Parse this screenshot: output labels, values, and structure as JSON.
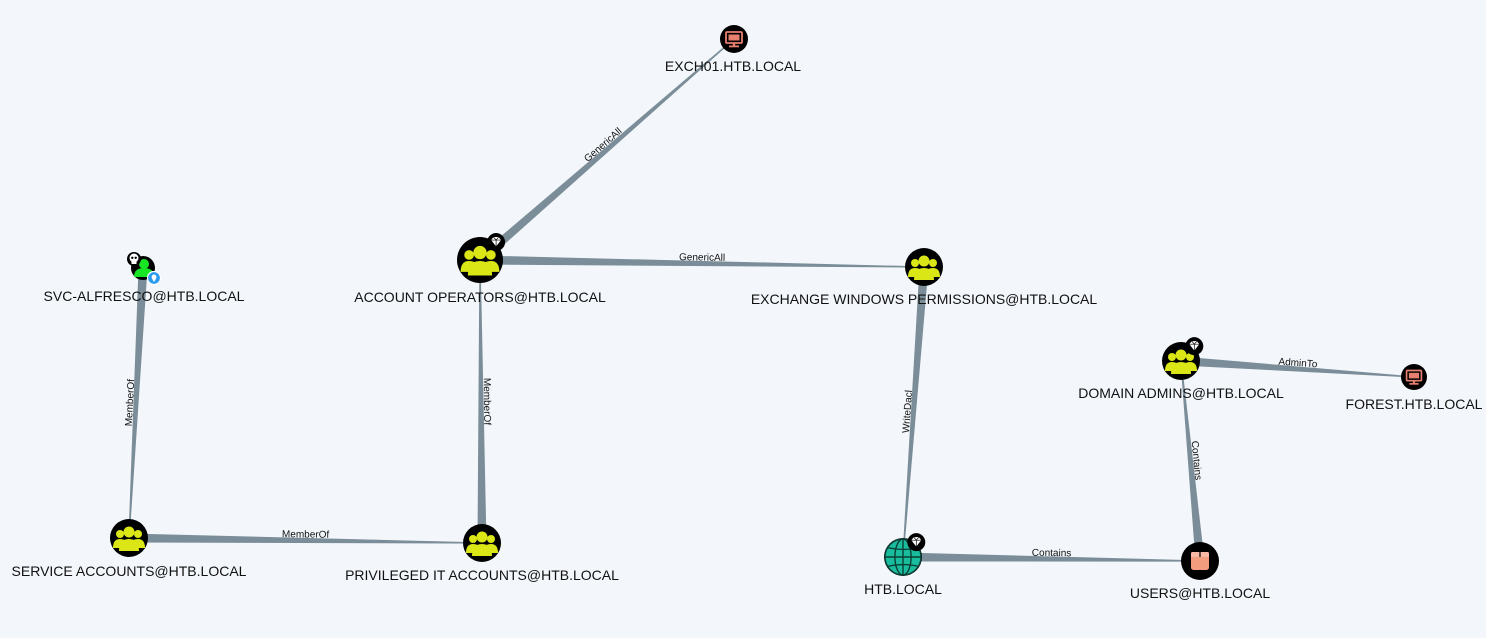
{
  "colors": {
    "background": "#f3f7fb",
    "edge": "#7b8d98",
    "group_fill": "#dbe617",
    "node_circle": "#000000",
    "computer_fill": "#e8806f",
    "domain_fill": "#19bc9c",
    "ou_fill": "#f29d7e",
    "user_fill": "#17e625"
  },
  "nodes": [
    {
      "id": "exch01",
      "label": "EXCH01.HTB.LOCAL",
      "kind": "computer",
      "icon": "monitor-icon",
      "badge": ""
    },
    {
      "id": "account_operators",
      "label": "ACCOUNT OPERATORS@HTB.LOCAL",
      "kind": "group",
      "icon": "users-icon",
      "badge": "gem-icon"
    },
    {
      "id": "exchange_windows_permissions",
      "label": "EXCHANGE WINDOWS PERMISSIONS@HTB.LOCAL",
      "kind": "group",
      "icon": "users-icon",
      "badge": ""
    },
    {
      "id": "svc_alfresco",
      "label": "SVC-ALFRESCO@HTB.LOCAL",
      "kind": "user",
      "icon": "user-icon",
      "badge": "skull-icon"
    },
    {
      "id": "domain_admins",
      "label": "DOMAIN ADMINS@HTB.LOCAL",
      "kind": "group",
      "icon": "users-icon",
      "badge": "gem-icon"
    },
    {
      "id": "forest",
      "label": "FOREST.HTB.LOCAL",
      "kind": "computer",
      "icon": "monitor-icon",
      "badge": ""
    },
    {
      "id": "service_accounts",
      "label": "SERVICE ACCOUNTS@HTB.LOCAL",
      "kind": "group",
      "icon": "users-icon",
      "badge": ""
    },
    {
      "id": "privileged_it_accounts",
      "label": "PRIVILEGED IT ACCOUNTS@HTB.LOCAL",
      "kind": "group",
      "icon": "users-icon",
      "badge": ""
    },
    {
      "id": "htb_local",
      "label": "HTB.LOCAL",
      "kind": "domain",
      "icon": "globe-icon",
      "badge": "gem-icon"
    },
    {
      "id": "users",
      "label": "USERS@HTB.LOCAL",
      "kind": "ou",
      "icon": "box-icon",
      "badge": ""
    }
  ],
  "edges": [
    {
      "source": "account_operators",
      "target": "exch01",
      "label": "GenericAll"
    },
    {
      "source": "account_operators",
      "target": "exchange_windows_permissions",
      "label": "GenericAll"
    },
    {
      "source": "svc_alfresco",
      "target": "service_accounts",
      "label": "MemberOf"
    },
    {
      "source": "service_accounts",
      "target": "privileged_it_accounts",
      "label": "MemberOf"
    },
    {
      "source": "privileged_it_accounts",
      "target": "account_operators",
      "label": "MemberOf"
    },
    {
      "source": "exchange_windows_permissions",
      "target": "htb_local",
      "label": "WriteDacl"
    },
    {
      "source": "htb_local",
      "target": "users",
      "label": "Contains"
    },
    {
      "source": "domain_admins",
      "target": "forest",
      "label": "AdminTo"
    },
    {
      "source": "users",
      "target": "domain_admins",
      "label": "Contains"
    }
  ]
}
